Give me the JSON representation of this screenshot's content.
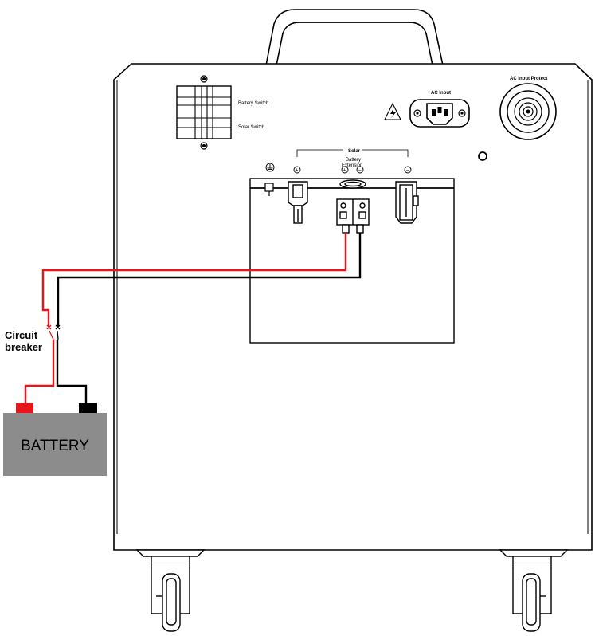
{
  "labels": {
    "battery_switch": "Battery Switch",
    "solar_switch": "Solar Switch",
    "ac_input": "AC Input",
    "ac_input_protect": "AC Input Protect",
    "solar": "Solar",
    "battery_extension_line1": "Battery",
    "battery_extension_line2": "Extension",
    "plus_symbol": "+",
    "minus_symbol": "−",
    "circuit_breaker_line1": "Circuit",
    "circuit_breaker_line2": "breaker",
    "battery": "BATTERY"
  },
  "colors": {
    "positive_wire": "#e8151b",
    "negative_wire": "#000000",
    "battery_body": "#8c8c8c",
    "positive_terminal": "#e8151b",
    "negative_terminal": "#000000",
    "outline": "#000000"
  },
  "icons": {
    "ground": "ground-icon",
    "warning": "high-voltage-warning-icon"
  }
}
